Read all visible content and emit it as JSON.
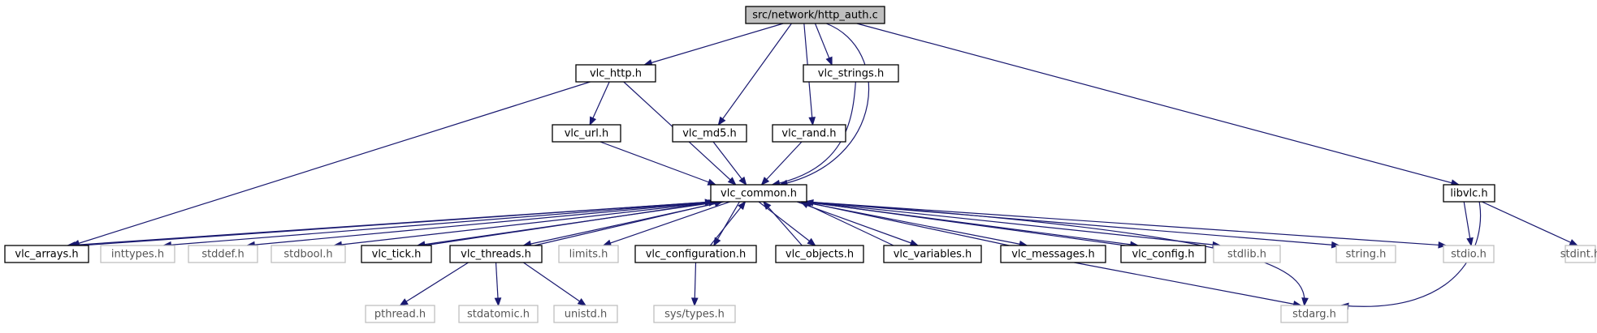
{
  "diagram": {
    "type": "include-dependency-graph",
    "colors": {
      "edge": "#191970",
      "root_fill": "#bfbfbf",
      "external_border": "#bfbfbf",
      "node_border": "#000000"
    },
    "nodes": [
      {
        "id": "root",
        "label": "src/network/http_auth.c",
        "kind": "root"
      },
      {
        "id": "vlc_http",
        "label": "vlc_http.h",
        "kind": "header"
      },
      {
        "id": "vlc_strings",
        "label": "vlc_strings.h",
        "kind": "header"
      },
      {
        "id": "vlc_url",
        "label": "vlc_url.h",
        "kind": "header"
      },
      {
        "id": "vlc_md5",
        "label": "vlc_md5.h",
        "kind": "header"
      },
      {
        "id": "vlc_rand",
        "label": "vlc_rand.h",
        "kind": "header"
      },
      {
        "id": "vlc_common",
        "label": "vlc_common.h",
        "kind": "header"
      },
      {
        "id": "libvlc",
        "label": "libvlc.h",
        "kind": "header"
      },
      {
        "id": "vlc_arrays",
        "label": "vlc_arrays.h",
        "kind": "header"
      },
      {
        "id": "inttypes",
        "label": "inttypes.h",
        "kind": "external"
      },
      {
        "id": "stddef",
        "label": "stddef.h",
        "kind": "external"
      },
      {
        "id": "stdbool",
        "label": "stdbool.h",
        "kind": "external"
      },
      {
        "id": "vlc_tick",
        "label": "vlc_tick.h",
        "kind": "header"
      },
      {
        "id": "vlc_threads",
        "label": "vlc_threads.h",
        "kind": "header"
      },
      {
        "id": "limits",
        "label": "limits.h",
        "kind": "external"
      },
      {
        "id": "vlc_configuration",
        "label": "vlc_configuration.h",
        "kind": "header"
      },
      {
        "id": "vlc_objects",
        "label": "vlc_objects.h",
        "kind": "header"
      },
      {
        "id": "vlc_variables",
        "label": "vlc_variables.h",
        "kind": "header"
      },
      {
        "id": "vlc_messages",
        "label": "vlc_messages.h",
        "kind": "header"
      },
      {
        "id": "vlc_config",
        "label": "vlc_config.h",
        "kind": "header"
      },
      {
        "id": "stdlib",
        "label": "stdlib.h",
        "kind": "external"
      },
      {
        "id": "string",
        "label": "string.h",
        "kind": "external"
      },
      {
        "id": "stdio",
        "label": "stdio.h",
        "kind": "external"
      },
      {
        "id": "stdint",
        "label": "stdint.h",
        "kind": "external"
      },
      {
        "id": "pthread",
        "label": "pthread.h",
        "kind": "external"
      },
      {
        "id": "stdatomic",
        "label": "stdatomic.h",
        "kind": "external"
      },
      {
        "id": "unistd",
        "label": "unistd.h",
        "kind": "external"
      },
      {
        "id": "sys_types",
        "label": "sys/types.h",
        "kind": "external"
      },
      {
        "id": "stdarg",
        "label": "stdarg.h",
        "kind": "external"
      }
    ],
    "edges": [
      {
        "from": "root",
        "to": "vlc_http"
      },
      {
        "from": "root",
        "to": "vlc_md5"
      },
      {
        "from": "root",
        "to": "vlc_rand"
      },
      {
        "from": "root",
        "to": "vlc_strings"
      },
      {
        "from": "root",
        "to": "vlc_common"
      },
      {
        "from": "root",
        "to": "libvlc"
      },
      {
        "from": "vlc_http",
        "to": "vlc_arrays"
      },
      {
        "from": "vlc_http",
        "to": "vlc_url"
      },
      {
        "from": "vlc_http",
        "to": "vlc_common"
      },
      {
        "from": "vlc_url",
        "to": "vlc_common"
      },
      {
        "from": "vlc_md5",
        "to": "vlc_common"
      },
      {
        "from": "vlc_rand",
        "to": "vlc_common"
      },
      {
        "from": "vlc_strings",
        "to": "vlc_common"
      },
      {
        "from": "libvlc",
        "to": "stdio"
      },
      {
        "from": "libvlc",
        "to": "stdarg"
      },
      {
        "from": "libvlc",
        "to": "stdint"
      },
      {
        "from": "vlc_common",
        "to": "vlc_arrays"
      },
      {
        "from": "vlc_common",
        "to": "inttypes"
      },
      {
        "from": "vlc_common",
        "to": "stddef"
      },
      {
        "from": "vlc_common",
        "to": "stdbool"
      },
      {
        "from": "vlc_common",
        "to": "vlc_tick"
      },
      {
        "from": "vlc_common",
        "to": "vlc_threads"
      },
      {
        "from": "vlc_common",
        "to": "limits"
      },
      {
        "from": "vlc_common",
        "to": "vlc_configuration"
      },
      {
        "from": "vlc_common",
        "to": "vlc_objects"
      },
      {
        "from": "vlc_common",
        "to": "vlc_variables"
      },
      {
        "from": "vlc_common",
        "to": "vlc_messages"
      },
      {
        "from": "vlc_common",
        "to": "vlc_config"
      },
      {
        "from": "vlc_common",
        "to": "stdlib"
      },
      {
        "from": "vlc_common",
        "to": "string"
      },
      {
        "from": "vlc_common",
        "to": "stdio"
      },
      {
        "from": "vlc_common",
        "to": "stdarg"
      },
      {
        "from": "vlc_arrays",
        "to": "vlc_common"
      },
      {
        "from": "vlc_tick",
        "to": "vlc_common"
      },
      {
        "from": "vlc_threads",
        "to": "vlc_common"
      },
      {
        "from": "vlc_configuration",
        "to": "vlc_common"
      },
      {
        "from": "vlc_objects",
        "to": "vlc_common"
      },
      {
        "from": "vlc_variables",
        "to": "vlc_common"
      },
      {
        "from": "vlc_messages",
        "to": "vlc_common"
      },
      {
        "from": "vlc_config",
        "to": "vlc_common"
      },
      {
        "from": "vlc_threads",
        "to": "pthread"
      },
      {
        "from": "vlc_threads",
        "to": "stdatomic"
      },
      {
        "from": "vlc_threads",
        "to": "unistd"
      },
      {
        "from": "vlc_configuration",
        "to": "sys_types"
      },
      {
        "from": "vlc_messages",
        "to": "stdarg"
      }
    ]
  }
}
